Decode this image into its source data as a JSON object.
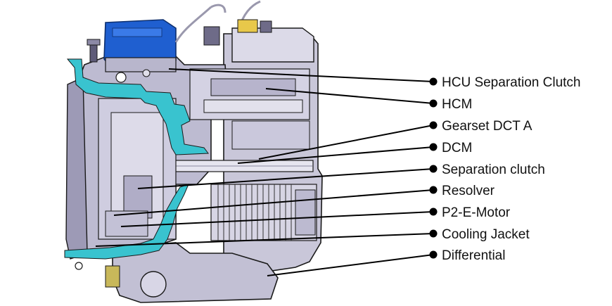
{
  "diagram": {
    "callouts": [
      {
        "label": "HCU Separation Clutch"
      },
      {
        "label": "HCM"
      },
      {
        "label": "Gearset DCT A"
      },
      {
        "label": "DCM"
      },
      {
        "label": "Separation clutch"
      },
      {
        "label": "Resolver"
      },
      {
        "label": "P2-E-Motor"
      },
      {
        "label": "Cooling Jacket"
      },
      {
        "label": "Differential"
      }
    ],
    "colors": {
      "housing": "#c9c7d9",
      "housing_dark": "#8e8ba6",
      "cooling_jacket": "#39c3cf",
      "hcu_block": "#1f5fd0",
      "outline": "#1a1a1a",
      "leader": "#000000"
    }
  }
}
